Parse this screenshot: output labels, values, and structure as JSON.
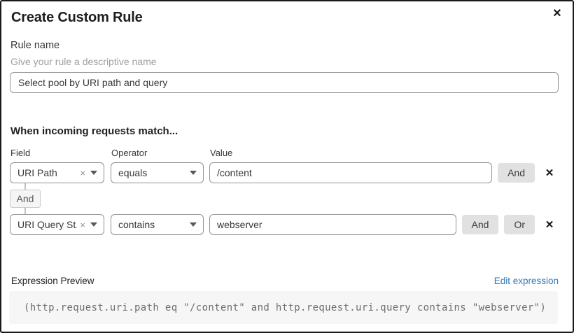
{
  "dialog": {
    "title": "Create Custom Rule"
  },
  "icons": {
    "close": "✕",
    "clear": "×",
    "remove": "✕"
  },
  "rule_name": {
    "label": "Rule name",
    "help": "Give your rule a descriptive name",
    "value": "Select pool by URI path and query"
  },
  "match_section": {
    "heading": "When incoming requests match...",
    "columns": {
      "field": "Field",
      "operator": "Operator",
      "value": "Value"
    },
    "connector": "And",
    "conditions": [
      {
        "field": "URI Path",
        "operator": "equals",
        "value": "/content",
        "and_label": "And"
      },
      {
        "field": "URI Query St...",
        "operator": "contains",
        "value": "webserver",
        "and_label": "And",
        "or_label": "Or"
      }
    ]
  },
  "expression": {
    "label": "Expression Preview",
    "edit_link": "Edit expression",
    "code": "(http.request.uri.path eq \"/content\" and http.request.uri.query contains \"webserver\")"
  },
  "colors": {
    "link_blue": "#2f7bbf",
    "button_gray": "#e1e1e1",
    "code_bg": "#f6f6f6",
    "border_dark": "#1a1a1a"
  }
}
